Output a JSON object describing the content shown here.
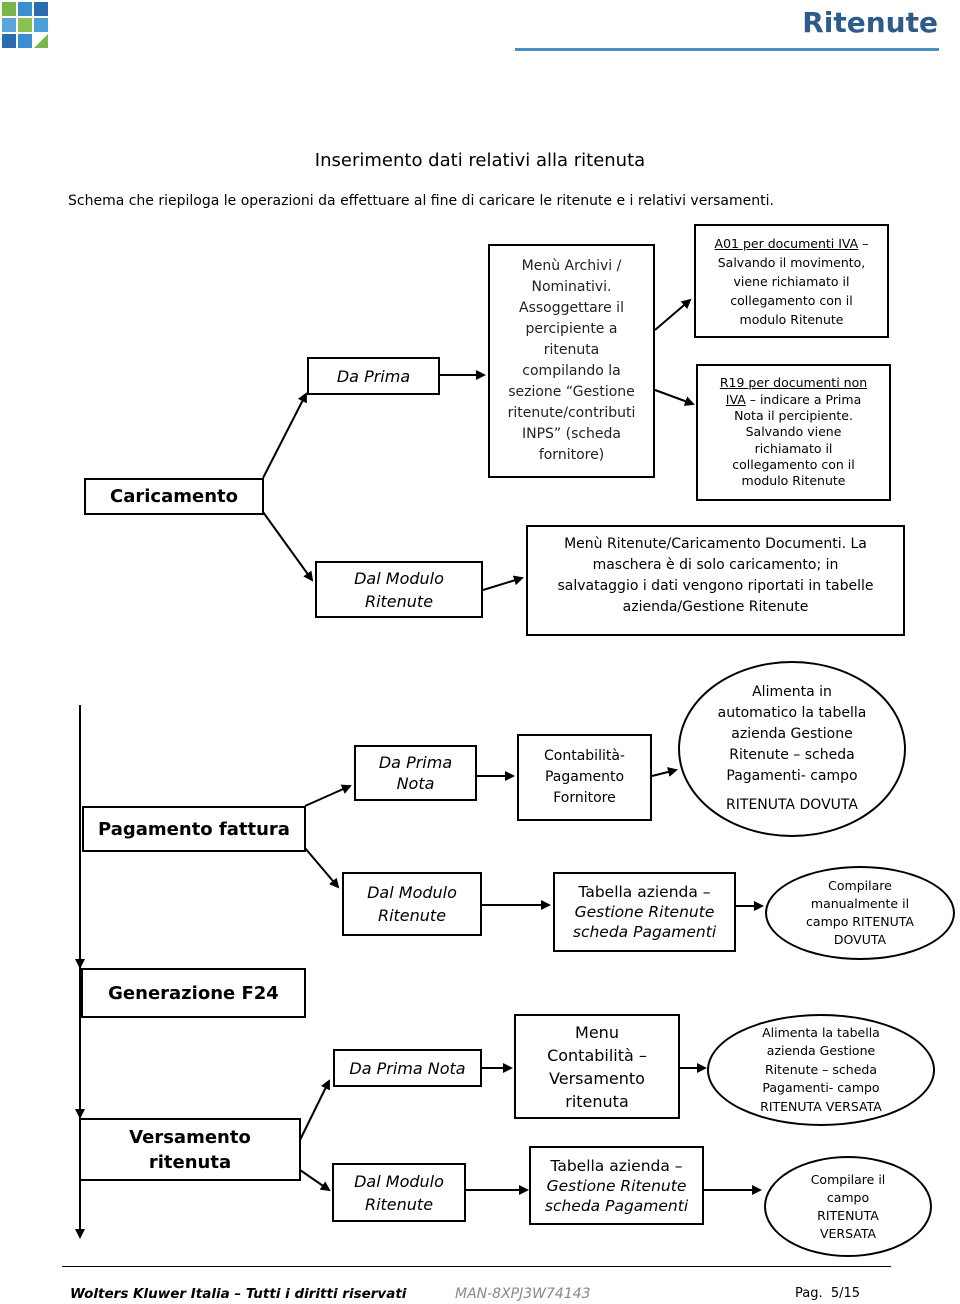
{
  "header": {
    "title": "Ritenute",
    "accent_color": "#2e5c8a",
    "rule_color": "#4a8fc2"
  },
  "section": {
    "title": "Inserimento dati relativi alla ritenuta",
    "intro": "Schema che riepiloga le operazioni da effettuare al fine di caricare le ritenute e i relativi versamenti."
  },
  "caricamento": {
    "label": "Caricamento",
    "da_prima": "Da Prima",
    "archivi": "Menù Archivi /\nNominativi.\nAssoggettare il\npercipiente a\nritenuta\ncompilando la\nsezione “Gestione\nritenute/contributi\nINPS” (scheda\nfornitore)",
    "a01_title": "A01 per documenti IVA",
    "a01_rest": " –\nSalvando il movimento,\nviene richiamato il\ncollegamento con il\nmodulo Ritenute",
    "r19_title_1": "R19 per documenti non",
    "r19_title_2": "IVA",
    "r19_rest_1": " – indicare a Prima",
    "r19_rest_2": "Nota il percipiente.\nSalvando viene\nrichiamato il\ncollegamento con il\nmodulo Ritenute",
    "dal_modulo": "Dal Modulo\nRitenute",
    "menu_ritenute": "Menù Ritenute/Caricamento Documenti. La\nmaschera è di solo caricamento; in\nsalvataggio i dati vengono riportati in tabelle\nazienda/Gestione Ritenute"
  },
  "pagamento": {
    "label": "Pagamento fattura",
    "da_prima_nota": "Da Prima\nNota",
    "contabilita": "Contabilità-\nPagamento\nFornitore",
    "alimenta": "Alimenta in\nautomatico la tabella\nazienda Gestione\nRitenute – scheda\nPagamenti- campo",
    "alimenta_campo": "RITENUTA DOVUTA",
    "dal_modulo": "Dal Modulo\nRitenute",
    "tabella_1": "Tabella azienda –",
    "tabella_2": "Gestione Ritenute\nscheda Pagamenti",
    "compilare": "Compilare\nmanualmente il\ncampo RITENUTA\nDOVUTA"
  },
  "f24": {
    "label": "Generazione F24"
  },
  "versamento": {
    "label": "Versamento\nritenuta",
    "da_prima_nota": "Da Prima Nota",
    "menu": "Menu\nContabilità –\nVersamento\nritenuta",
    "alimenta": "Alimenta la tabella\nazienda Gestione\nRitenute – scheda\nPagamenti- campo\nRITENUTA VERSATA",
    "dal_modulo": "Dal Modulo\nRitenute",
    "tabella_1": "Tabella azienda –",
    "tabella_2": "Gestione Ritenute\nscheda Pagamenti",
    "compilare": "Compilare il\ncampo\nRITENUTA\nVERSATA"
  },
  "footer": {
    "company": "Wolters Kluwer Italia – Tutti i diritti riservati",
    "code": "MAN-8XPJ3W74143",
    "page": "Pag.  5/15"
  }
}
